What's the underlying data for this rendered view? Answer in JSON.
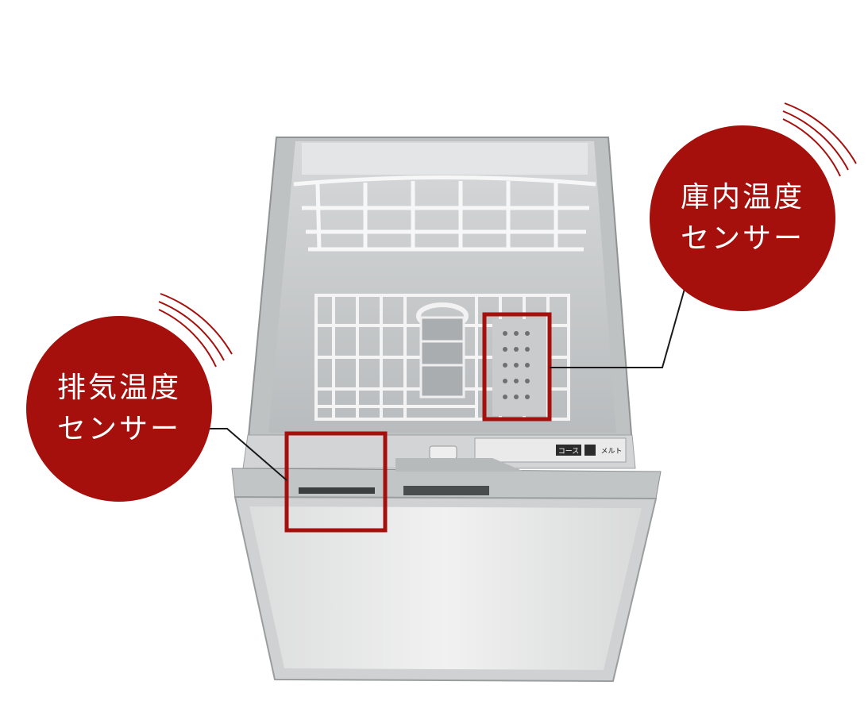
{
  "colors": {
    "accent": "#a5100d",
    "leader_line": "#1a1a1a",
    "appliance_body": "#c9cbcc",
    "door_panel": "#ececec"
  },
  "callouts": {
    "exhaust_sensor": {
      "line1": "排気温度",
      "line2": "センサー"
    },
    "interior_sensor": {
      "line1": "庫内温度",
      "line2": "センサー"
    }
  },
  "control_panel": {
    "course_label": "コース",
    "salt_label": "メルト"
  }
}
